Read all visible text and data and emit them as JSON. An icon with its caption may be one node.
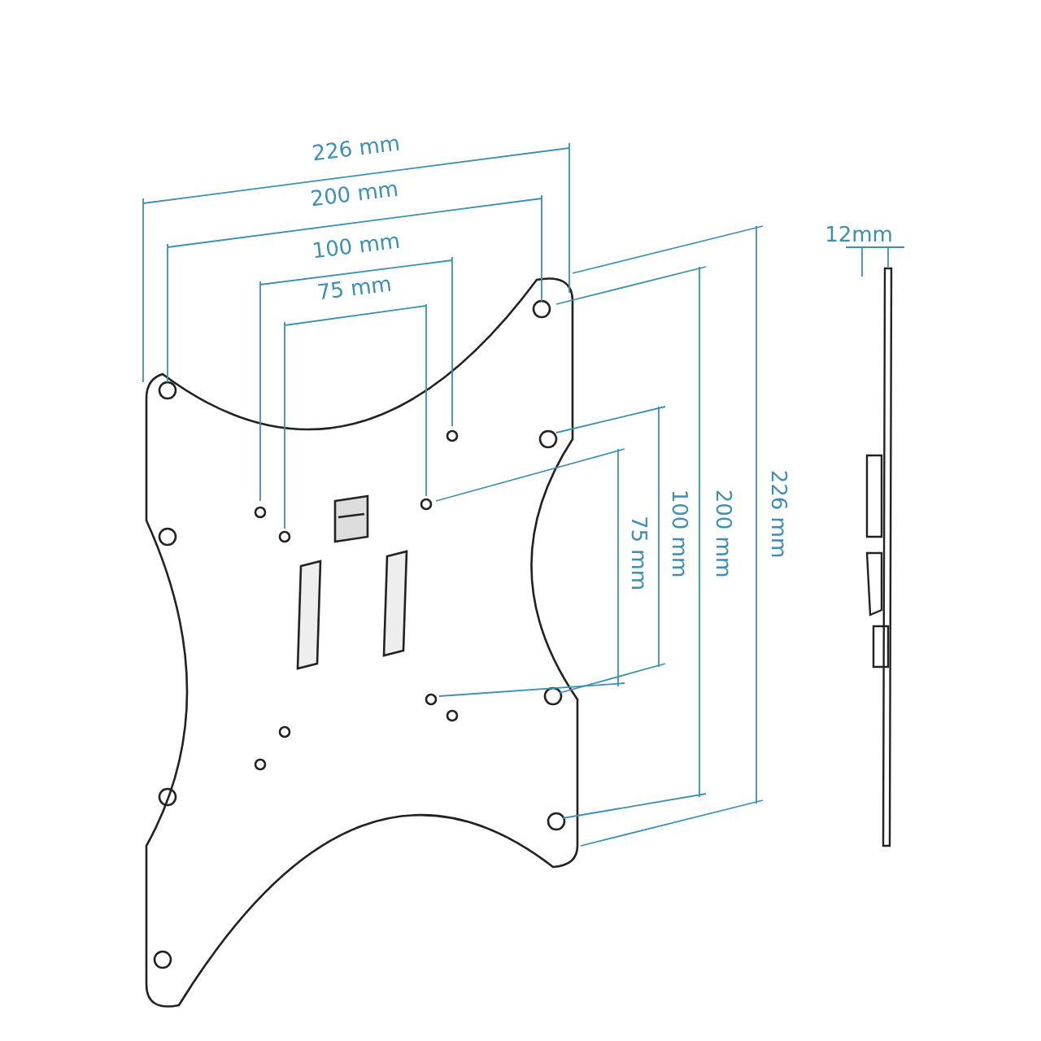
{
  "diagram": {
    "labels": [
      "226 mm",
      "200 mm",
      "100 mm",
      "75 mm",
      "12mm",
      "75 mm",
      "100 mm",
      "200 mm",
      "226 mm"
    ]
  }
}
